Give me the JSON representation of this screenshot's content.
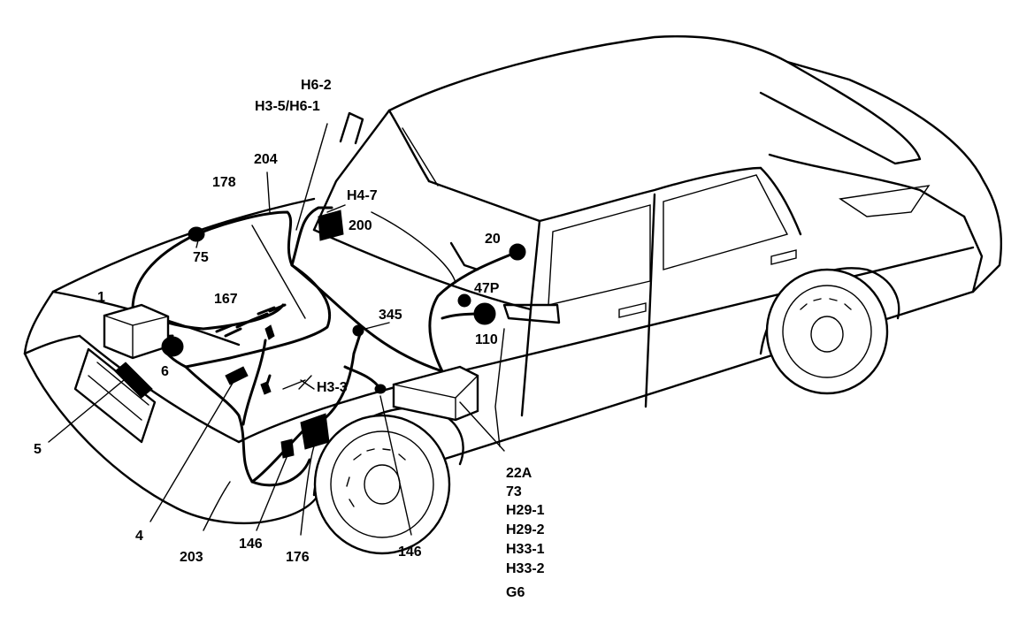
{
  "labels": {
    "h6_2": "H6-2",
    "h3_5_h6_1": "H3-5/H6-1",
    "l204": "204",
    "l178": "178",
    "h4_7": "H4-7",
    "l200": "200",
    "l75": "75",
    "l20": "20",
    "l1": "1",
    "l167": "167",
    "l47p": "47P",
    "l345": "345",
    "l110": "110",
    "l6": "6",
    "h3_3": "H3-3",
    "l5": "5",
    "l22a": "22A",
    "l73": "73",
    "h29_1": "H29-1",
    "h29_2": "H29-2",
    "h33_1": "H33-1",
    "h33_2": "H33-2",
    "g6": "G6",
    "l4": "4",
    "l146a": "146",
    "l176": "176",
    "l146b": "146",
    "l203": "203"
  }
}
